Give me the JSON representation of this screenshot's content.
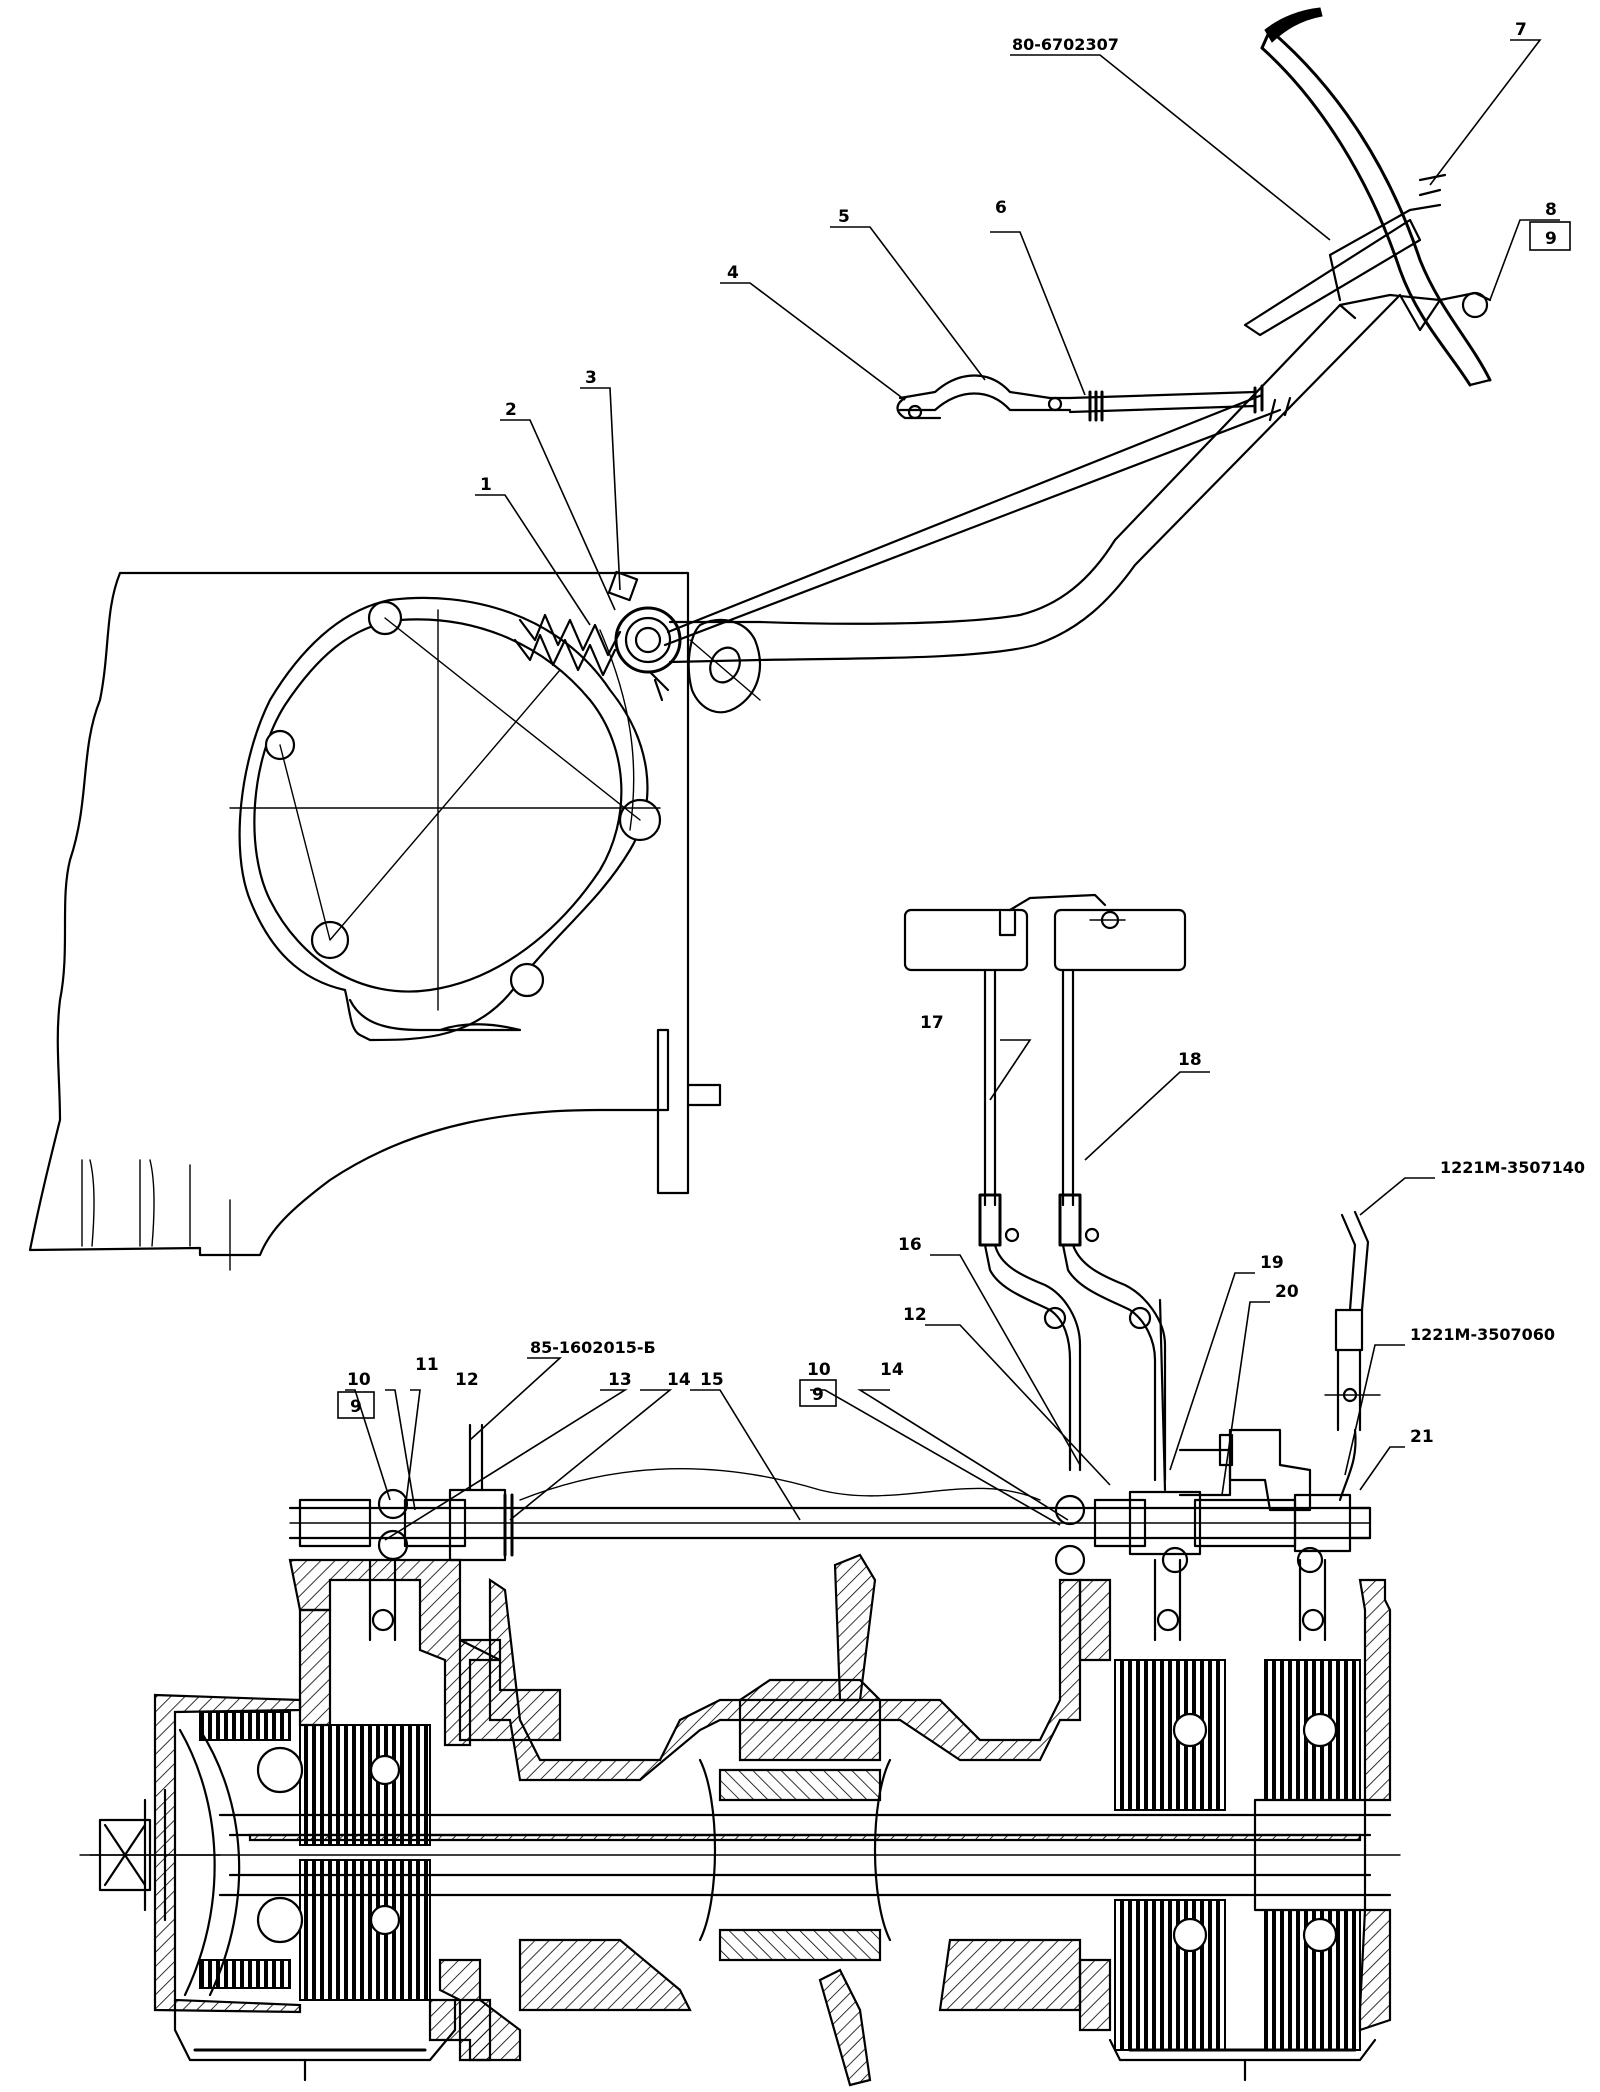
{
  "callouts": {
    "c1": "1",
    "c2": "2",
    "c3": "3",
    "c4": "4",
    "c5": "5",
    "c6": "6",
    "c7": "7",
    "c8": "8",
    "c9_top": "9",
    "c10_left": "10",
    "c9_left": "9",
    "c11": "11",
    "c12_left": "12",
    "c13": "13",
    "c14_left": "14",
    "c15": "15",
    "c10_mid": "10",
    "c9_mid": "9",
    "c14_mid": "14",
    "c12_right": "12",
    "c16": "16",
    "c17": "17",
    "c18": "18",
    "c19": "19",
    "c20": "20",
    "c21": "21"
  },
  "part_numbers": {
    "pedal_cover": "80-6702307",
    "shaft_assembly": "85-1602015-Б",
    "rod_top": "1221М-3507140",
    "rod_bottom": "1221М-3507060"
  }
}
